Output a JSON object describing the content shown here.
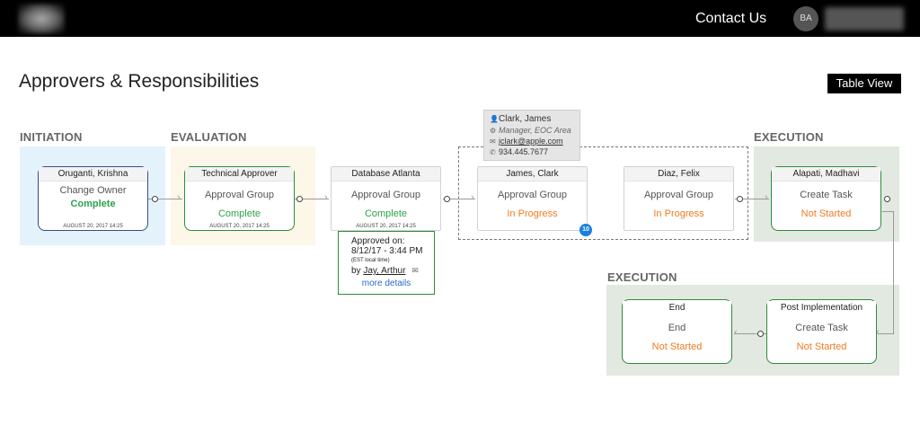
{
  "header": {
    "contact": "Contact Us",
    "avatar_initials": "BA"
  },
  "page": {
    "title": "Approvers & Responsibilities",
    "table_view": "Table View"
  },
  "stages": {
    "initiation": "INITIATION",
    "evaluation": "EVALUATION",
    "execution_top": "EXECUTION",
    "execution_bottom": "EXECUTION"
  },
  "cards": {
    "initiator": {
      "name": "Oruganti, Krishna",
      "role": "Change Owner",
      "status": "Complete",
      "date": "AUGUST 20, 2017 14:25"
    },
    "tech": {
      "name": "Technical Approver",
      "role": "Approval Group",
      "status": "Complete",
      "date": "AUGUST 20, 2017 14:25"
    },
    "db": {
      "name": "Database Atlanta",
      "role": "Approval Group",
      "status": "Complete",
      "date": "AUGUST 20, 2017 14:25"
    },
    "clark": {
      "name": "James, Clark",
      "role": "Approval Group",
      "status": "In Progress"
    },
    "diaz": {
      "name": "Diaz, Felix",
      "role": "Approval Group",
      "status": "In Progress"
    },
    "alapati": {
      "name": "Alapati, Madhavi",
      "role": "Create Task",
      "status": "Not Started"
    },
    "post": {
      "name": "Post Implementation",
      "role": "Create Task",
      "status": "Not Started"
    },
    "end": {
      "name": "End",
      "role": "End",
      "status": "Not Started"
    }
  },
  "approval_popup": {
    "line1": "Approved on:",
    "line2": "8/12/17 - 3:44 PM",
    "line3": "(EST local time)",
    "by": "by",
    "approver": "Jay, Arthur",
    "more": "more details"
  },
  "tooltip": {
    "name": "Clark, James",
    "title": "Manager, EOC Area",
    "email": "jclark@apple.com",
    "phone": "934.445.7677"
  },
  "badge": "10"
}
